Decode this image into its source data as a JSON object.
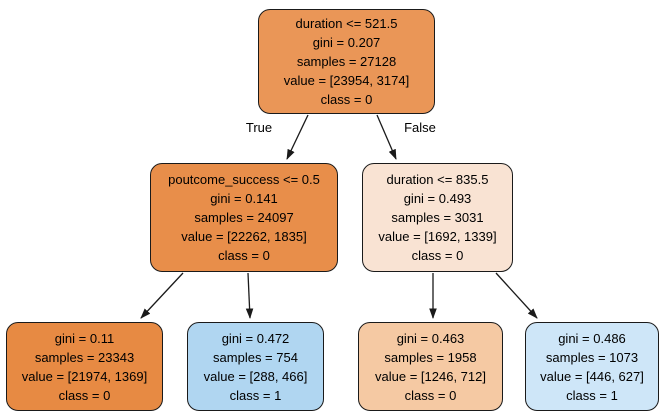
{
  "diagram": {
    "type": "decision-tree",
    "edge_labels": {
      "true": "True",
      "false": "False"
    },
    "colors": {
      "stroke": "#1a1a1a",
      "class0_base": "#e58139",
      "class1_base": "#399de5"
    },
    "nodes": {
      "root": {
        "condition": "duration <= 521.5",
        "gini": "gini = 0.207",
        "samples": "samples = 27128",
        "value": "value = [23954, 3174]",
        "class": "class = 0",
        "fill": "#ea9657"
      },
      "left": {
        "condition": "poutcome_success <= 0.5",
        "gini": "gini = 0.141",
        "samples": "samples = 24097",
        "value": "value = [22262, 1835]",
        "class": "class = 0",
        "fill": "#e88e4a"
      },
      "right": {
        "condition": "duration <= 835.5",
        "gini": "gini = 0.493",
        "samples": "samples = 3031",
        "value": "value = [1692, 1339]",
        "class": "class = 0",
        "fill": "#f9e3d3"
      },
      "leaf1": {
        "gini": "gini = 0.11",
        "samples": "samples = 23343",
        "value": "value = [21974, 1369]",
        "class": "class = 0",
        "fill": "#e78a43"
      },
      "leaf2": {
        "gini": "gini = 0.472",
        "samples": "samples = 754",
        "value": "value = [288, 466]",
        "class": "class = 1",
        "fill": "#b0d6f1"
      },
      "leaf3": {
        "gini": "gini = 0.463",
        "samples": "samples = 1958",
        "value": "value = [1246, 712]",
        "class": "class = 0",
        "fill": "#f5c9a3"
      },
      "leaf4": {
        "gini": "gini = 0.486",
        "samples": "samples = 1073",
        "value": "value = [446, 627]",
        "class": "class = 1",
        "fill": "#cee6f8"
      }
    }
  }
}
